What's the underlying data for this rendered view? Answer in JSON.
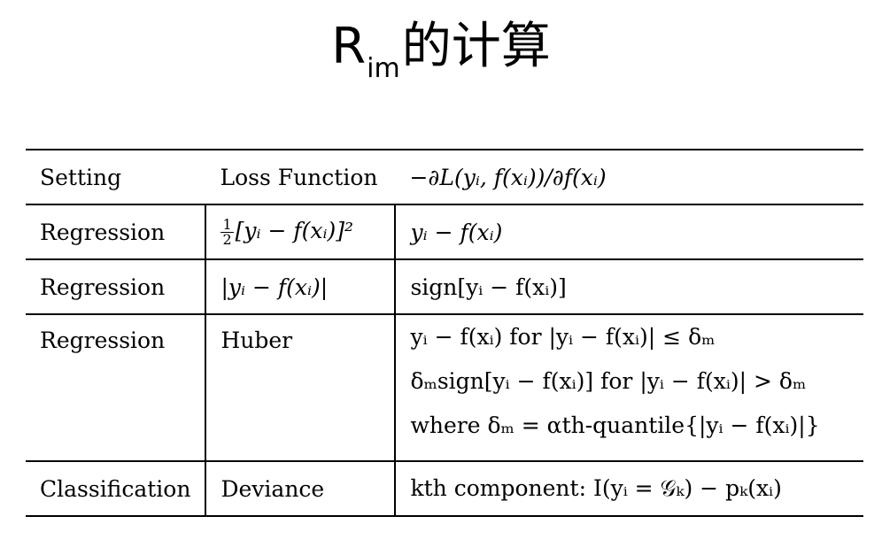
{
  "title": {
    "main": "R",
    "subscript": "im",
    "suffix": "的计算"
  },
  "table": {
    "headers": [
      "Setting",
      "Loss Function",
      "−∂L(yᵢ, f(xᵢ))/∂f(xᵢ)"
    ],
    "rows": [
      {
        "setting": "Regression",
        "loss_fraction": {
          "num": "1",
          "den": "2"
        },
        "loss": "[yᵢ − f(xᵢ)]²",
        "gradient": [
          "yᵢ − f(xᵢ)"
        ]
      },
      {
        "setting": "Regression",
        "loss": "|yᵢ − f(xᵢ)|",
        "gradient": [
          "sign[yᵢ − f(xᵢ)]"
        ]
      },
      {
        "setting": "Regression",
        "loss": "Huber",
        "gradient": [
          "yᵢ − f(xᵢ) for |yᵢ − f(xᵢ)| ≤ δₘ",
          "δₘsign[yᵢ − f(xᵢ)] for |yᵢ − f(xᵢ)| > δₘ",
          "where δₘ = αth-quantile{|yᵢ − f(xᵢ)|}"
        ]
      },
      {
        "setting": "Classification",
        "loss": "Deviance",
        "gradient": [
          "kth component: I(yᵢ = 𝒢ₖ) − pₖ(xᵢ)"
        ]
      }
    ]
  }
}
